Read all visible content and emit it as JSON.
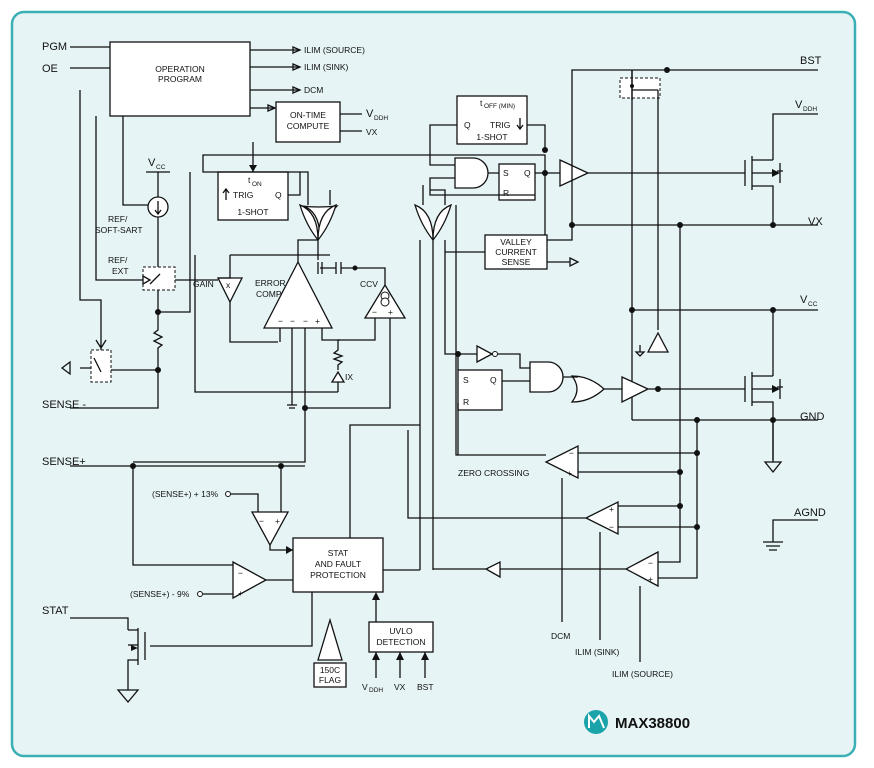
{
  "colors": {
    "background": "#e6f4f6",
    "border": "#3ab0b6",
    "line": "#111111",
    "brand": "#1aa3a8"
  },
  "blocks": {
    "op_program_1": "OPERATION",
    "op_program_2": "PROGRAM",
    "ontime_1": "ON-TIME",
    "ontime_2": "COMPUTE",
    "toff_sub": "OFF (MIN)",
    "q": "Q",
    "trig": "TRIG",
    "oneshot": "1-SHOT",
    "ton_sub": "ON",
    "valley_1": "VALLEY",
    "valley_2": "CURRENT",
    "valley_3": "SENSE",
    "stat_1": "STAT",
    "stat_2": "AND FAULT",
    "stat_3": "PROTECTION",
    "uvlo_1": "UVLO",
    "uvlo_2": "DETECTION",
    "flag_1": "150C",
    "flag_2": "FLAG",
    "s": "S",
    "r": "R"
  },
  "pins": {
    "pgm": "PGM",
    "oe": "OE",
    "ilim_source": "ILIM (SOURCE)",
    "ilim_sink": "ILIM (SINK)",
    "dcm": "DCM",
    "vddh": "V",
    "vddh_sub": "DDH",
    "vx": "VX",
    "bst": "BST",
    "vcc": "V",
    "vcc_sub": "CC",
    "gnd": "GND",
    "agnd": "AGND",
    "sense_minus": "SENSE -",
    "sense_plus": "SENSE+",
    "stat": "STAT",
    "ilim_sink_paren": "ILIM (SINK)",
    "ilim_source_paren": "ILIM (SOURCE)",
    "dcm_bottom": "DCM"
  },
  "labels": {
    "ref_softstart_1": "REF/",
    "ref_softstart_2": "SOFT-SART",
    "ref_ext_1": "REF/",
    "ref_ext_2": "EXT",
    "gain": "GAIN",
    "error_comp_1": "ERROR",
    "error_comp_2": "COMP",
    "ccv": "CCV",
    "ix": "IX",
    "zero_crossing": "ZERO CROSSING",
    "sense_plus_13": "(SENSE+) + 13%",
    "sense_minus_9": "(SENSE+) - 9%",
    "t": "t",
    "x_mark": "x",
    "minus": "−",
    "plus": "+",
    "chip_name": "MAX38800"
  }
}
